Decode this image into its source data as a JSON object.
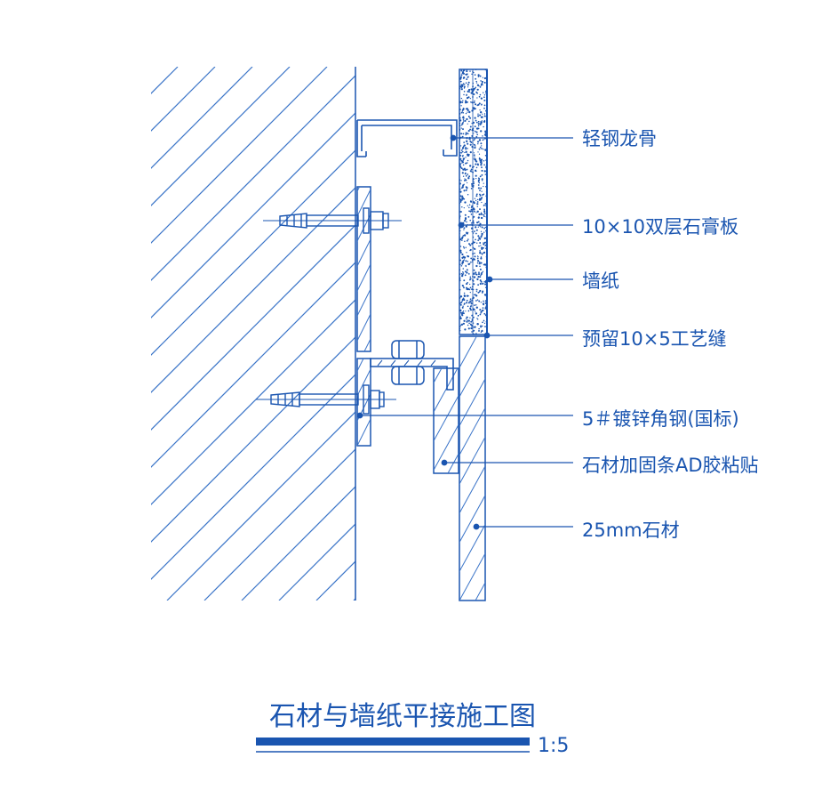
{
  "labels": [
    "轻钢龙骨",
    "10×10双层石膏板",
    "墙纸",
    "预留10×5工艺缝",
    "5＃镀锌角钢(国标)",
    "石材加固条AD胶粘贴",
    "25mm石材"
  ],
  "title": "石材与墙纸平接施工图",
  "scale": "1:5",
  "colors": {
    "line": "#1a55b0",
    "hatch": "#3a74c8",
    "background": "#ffffff"
  }
}
